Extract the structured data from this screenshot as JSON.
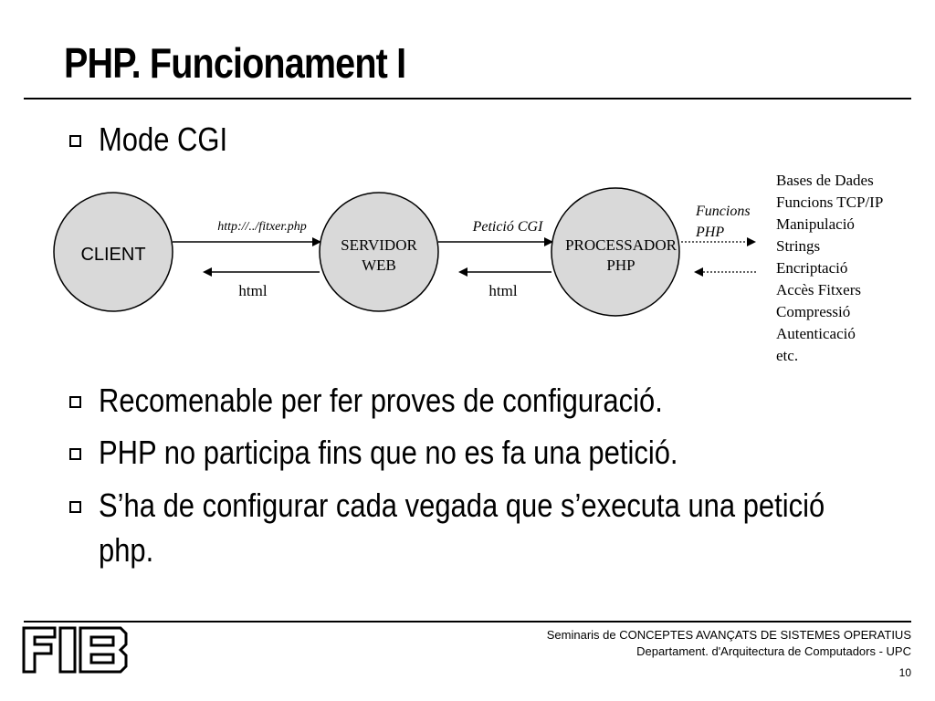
{
  "slide": {
    "title": "PHP. Funcionament I",
    "page_number": "10"
  },
  "bullets": {
    "b1": "Mode CGI",
    "b2": "Recomenable per fer proves de configuració.",
    "b3": "PHP no participa fins que no es fa una petició.",
    "b4_line1": "S’ha de configurar cada vegada que s’executa una petició",
    "b4_line2": "php."
  },
  "diagram": {
    "client": "CLIENT",
    "server_line1": "SERVIDOR",
    "server_line2": "WEB",
    "processor_line1": "PROCESSADOR",
    "processor_line2": "PHP",
    "request_url": "http://../fitxer.php",
    "cgi_request": "Petició CGI",
    "response1": "html",
    "response2": "html",
    "functions_line1": "Funcions",
    "functions_line2": "PHP",
    "function_list": [
      "Bases de Dades",
      "Funcions TCP/IP",
      "Manipulació",
      "Strings",
      "Encriptació",
      "Accès Fitxers",
      "Compressió",
      "Autenticació",
      "etc."
    ]
  },
  "footer": {
    "logo": "FIB",
    "line1": "Seminaris de CONCEPTES AVANÇATS DE SISTEMES OPERATIUS",
    "line2": "Departament.  d'Arquitectura de Computadors - UPC"
  }
}
